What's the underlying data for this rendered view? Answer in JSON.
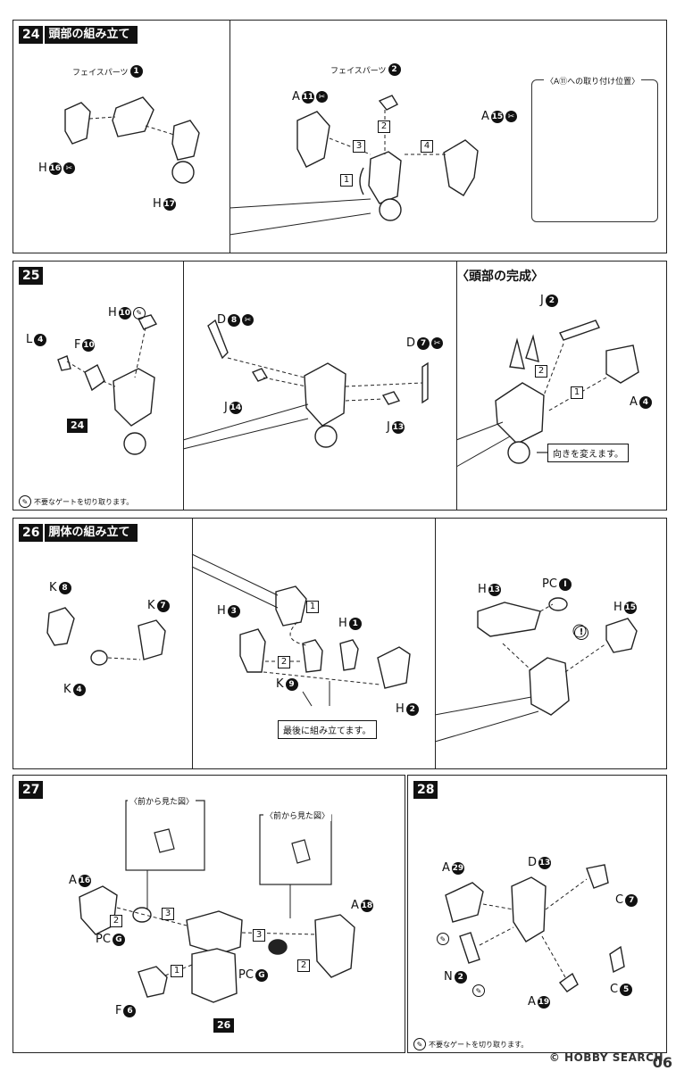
{
  "steps": {
    "s24": {
      "num": "24",
      "title": "頭部の組み立て",
      "face1": "フェイスパーツ",
      "face1_n": "1",
      "h16": "H",
      "h16_n": "16",
      "h17": "H",
      "h17_n": "17",
      "face2": "フェイスパーツ",
      "face2_n": "2",
      "a11": "A",
      "a11_n": "11",
      "a15": "A",
      "a15_n": "15",
      "b1": "1",
      "b2": "2",
      "b3": "3",
      "b4": "4",
      "callout": "〈A⑪への取り付け位置〉"
    },
    "s25": {
      "num": "25",
      "title": "",
      "l4": "L",
      "l4_n": "4",
      "f10": "F",
      "f10_n": "10",
      "h10": "H",
      "h10_n": "10",
      "ref24": "24",
      "d8": "D",
      "d8_n": "8",
      "d7": "D",
      "d7_n": "7",
      "j14": "J",
      "j14_n": "14",
      "j13": "J",
      "j13_n": "13",
      "complete": "〈頭部の完成〉",
      "j2": "J",
      "j2_n": "2",
      "a4": "A",
      "a4_n": "4",
      "b1": "1",
      "b2": "2",
      "turn": "向きを変えます。",
      "footnote": "不要なゲートを切り取ります。"
    },
    "s26": {
      "num": "26",
      "title": "胴体の組み立て",
      "k8": "K",
      "k8_n": "8",
      "k7": "K",
      "k7_n": "7",
      "k4": "K",
      "k4_n": "4",
      "h3": "H",
      "h3_n": "3",
      "h1": "H",
      "h1_n": "1",
      "k9": "K",
      "k9_n": "9",
      "h2": "H",
      "h2_n": "2",
      "b1": "1",
      "b2": "2",
      "last": "最後に組み立てます。",
      "h13": "H",
      "h13_n": "13",
      "pc": "PC",
      "pc_n": "I",
      "h15": "H",
      "h15_n": "15",
      "excl": "!"
    },
    "s27": {
      "num": "27",
      "front1": "〈前から見た図〉",
      "front2": "〈前から見た図〉",
      "a16": "A",
      "a16_n": "16",
      "a18": "A",
      "a18_n": "18",
      "pcg1": "PC",
      "pcg1_n": "G",
      "pcg2": "PC",
      "pcg2_n": "G",
      "f6": "F",
      "f6_n": "6",
      "ref26": "26",
      "b1": "1",
      "b2": "2",
      "b3": "3",
      "b2b": "2",
      "b3b": "3"
    },
    "s28": {
      "num": "28",
      "a29": "A",
      "a29_n": "29",
      "d13": "D",
      "d13_n": "13",
      "c7": "C",
      "c7_n": "7",
      "n2": "N",
      "n2_n": "2",
      "a19": "A",
      "a19_n": "19",
      "c5": "C",
      "c5_n": "5",
      "footnote": "不要なゲートを切り取ります。"
    }
  },
  "watermark": "© HOBBY SEARCH",
  "page_number": "06"
}
